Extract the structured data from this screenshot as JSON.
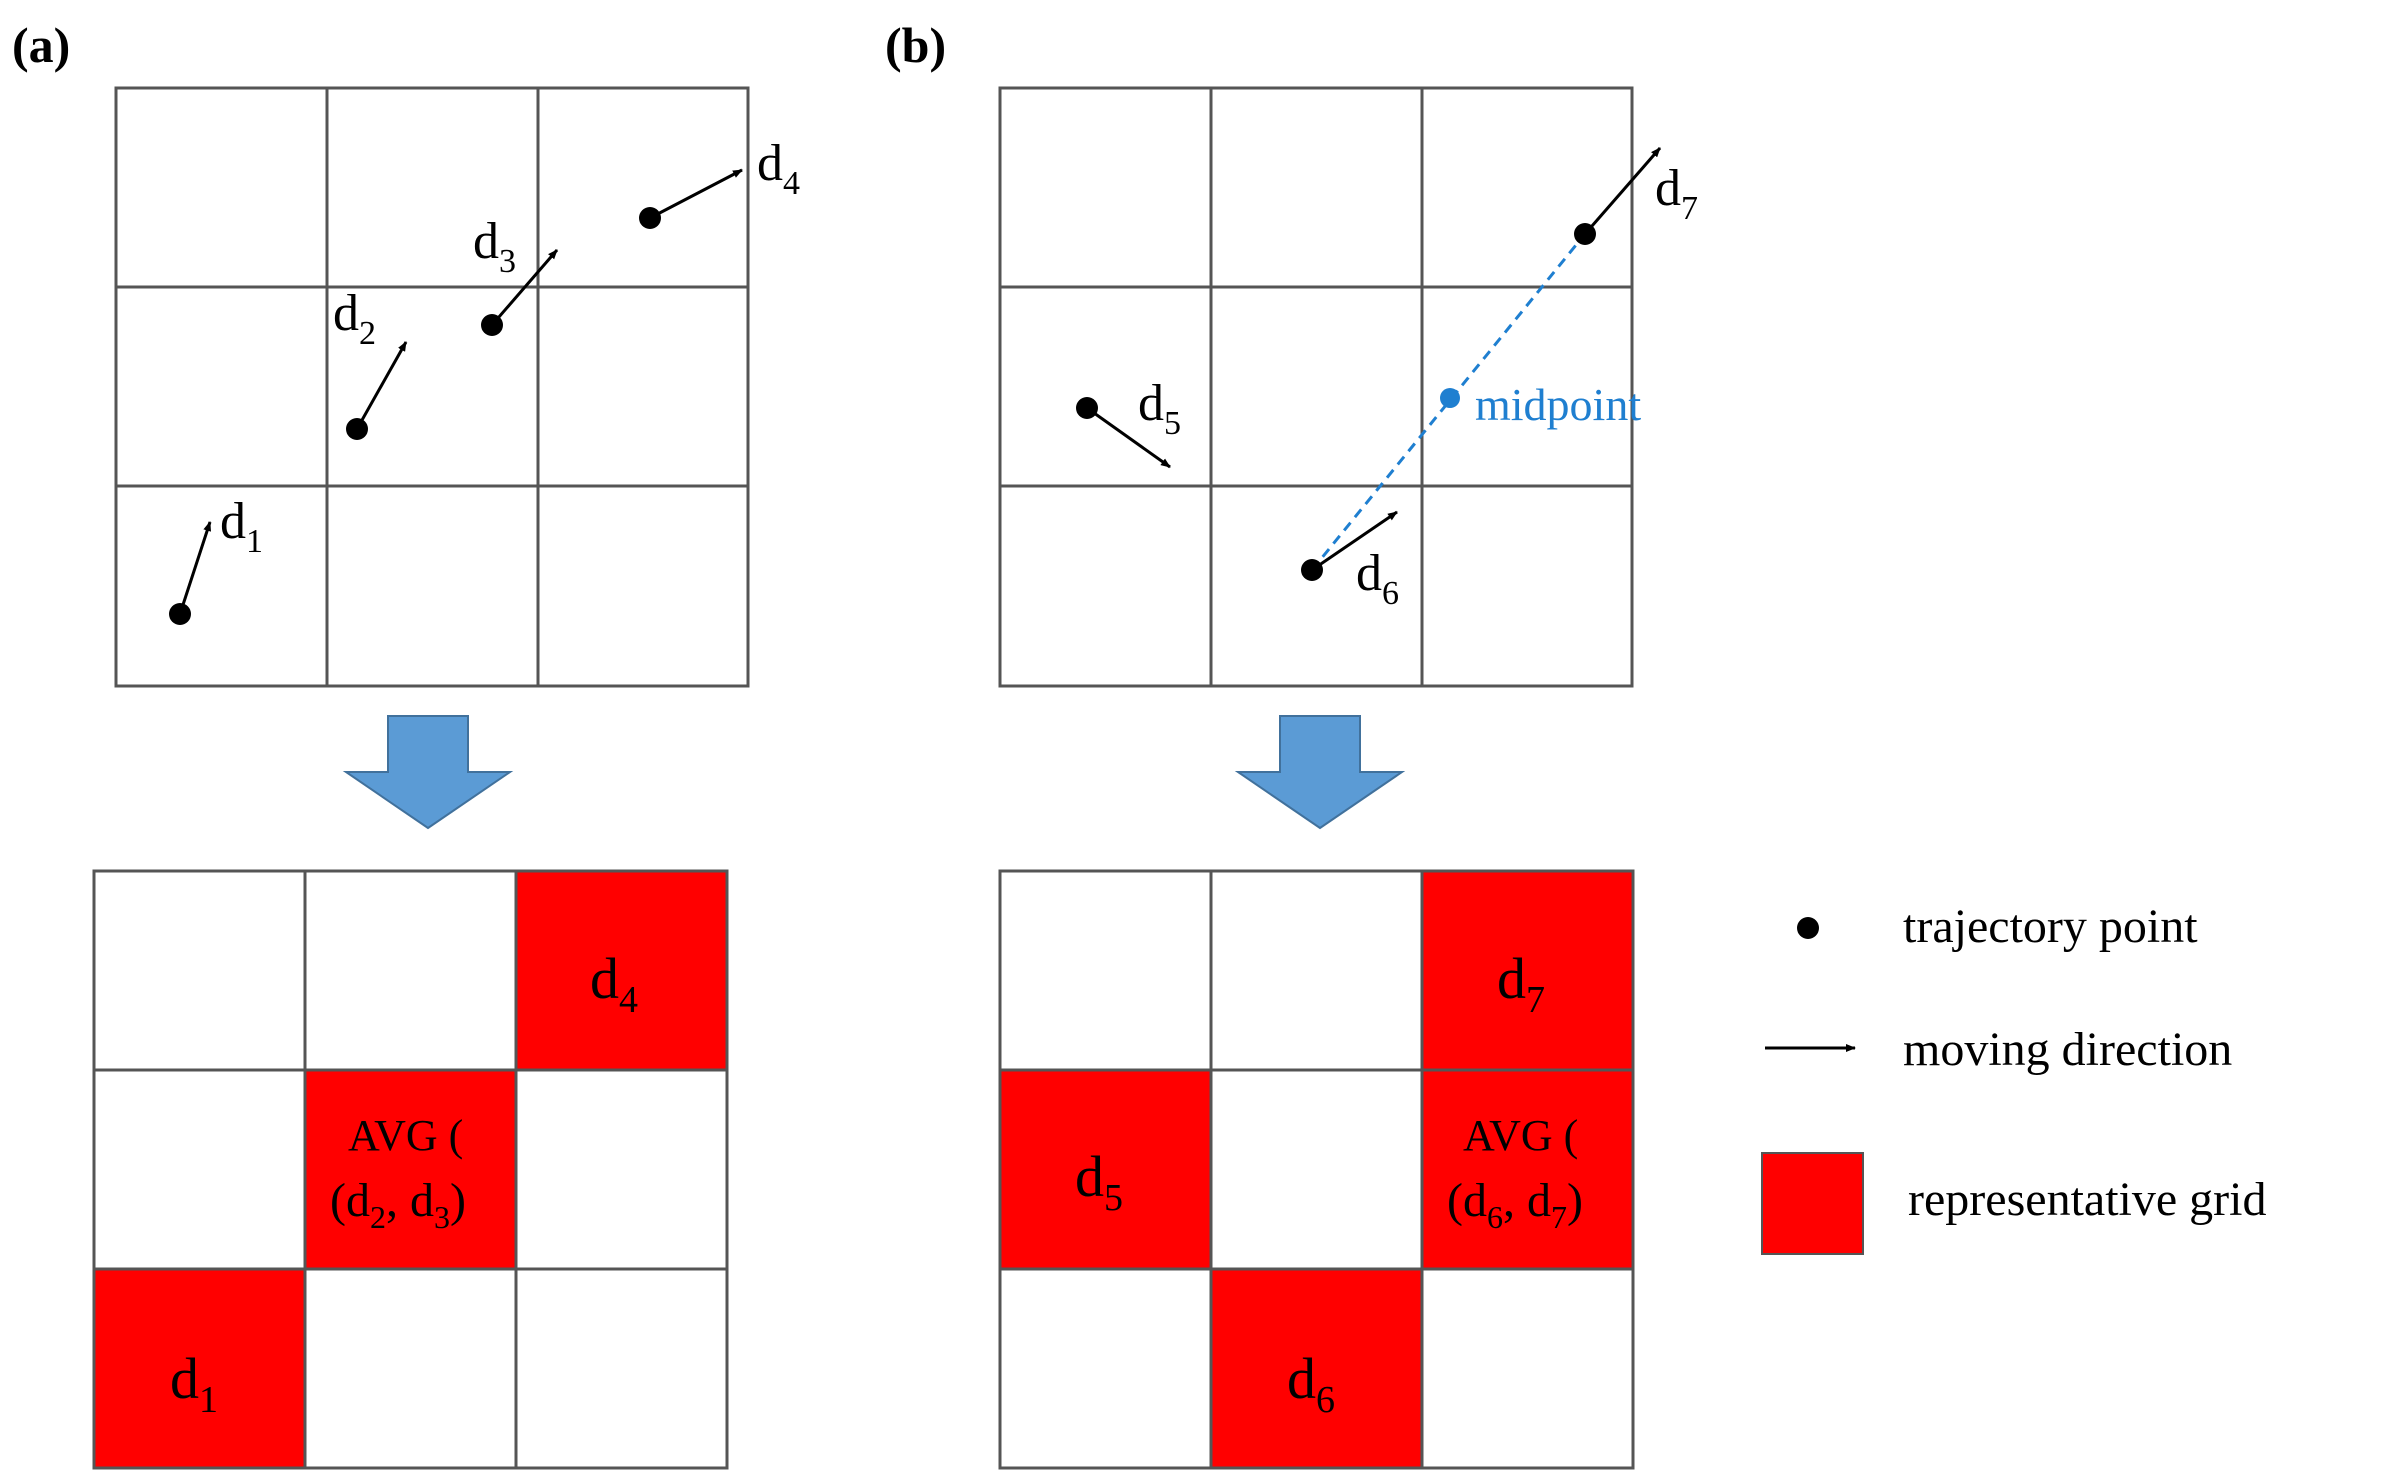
{
  "panel_a": {
    "label": "(a)",
    "directions": [
      {
        "base": "d",
        "sub": "1"
      },
      {
        "base": "d",
        "sub": "2"
      },
      {
        "base": "d",
        "sub": "3"
      },
      {
        "base": "d",
        "sub": "4"
      }
    ],
    "result": {
      "cell_d1": {
        "base": "d",
        "sub": "1"
      },
      "cell_d4": {
        "base": "d",
        "sub": "4"
      },
      "avg_line1": "AVG (",
      "avg_line2_a": "(d",
      "avg_sub_a": "2",
      "avg_line2_b": ", d",
      "avg_sub_b": "3",
      "avg_line2_c": ")"
    }
  },
  "panel_b": {
    "label": "(b)",
    "directions": [
      {
        "base": "d",
        "sub": "5"
      },
      {
        "base": "d",
        "sub": "6"
      },
      {
        "base": "d",
        "sub": "7"
      }
    ],
    "midpoint_label": "midpoint",
    "result": {
      "cell_d5": {
        "base": "d",
        "sub": "5"
      },
      "cell_d6": {
        "base": "d",
        "sub": "6"
      },
      "cell_d7": {
        "base": "d",
        "sub": "7"
      },
      "avg_line1": "AVG (",
      "avg_line2_a": "(d",
      "avg_sub_a": "6",
      "avg_line2_b": ", d",
      "avg_sub_b": "7",
      "avg_line2_c": ")"
    }
  },
  "legend": {
    "trajectory_point": "trajectory point",
    "moving_direction": "moving direction",
    "representative_grid": "representative grid"
  },
  "colors": {
    "grid_line": "#555555",
    "representative_fill": "#ff0000",
    "arrow_fill": "#5b9bd5",
    "midpoint": "#1f7fd0",
    "point": "#000000"
  }
}
